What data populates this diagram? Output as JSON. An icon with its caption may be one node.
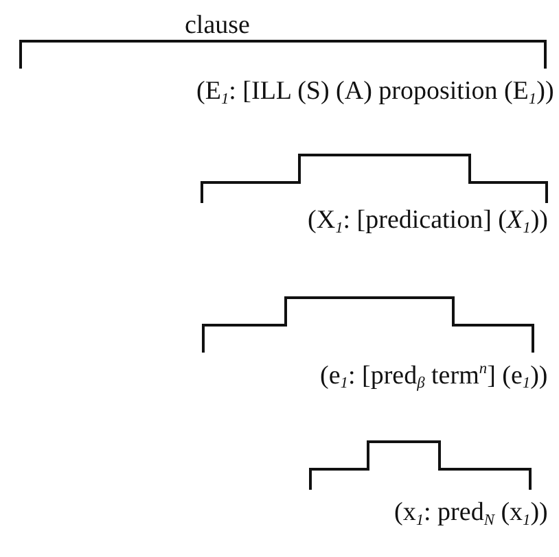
{
  "diagram": {
    "labels": [
      "clause",
      "(E$_{1}$: [ILL (S) (A) proposition (E$_{1}$))",
      "(X$_{1}$: [predication] (*X*$_{1}$))",
      "(e$_{1}$: [pred$_{β}$ term$^{n}$] (e$_{1}$))",
      "(x$_{1}$: pred$_{N}$ (x$_{1}$))"
    ]
  }
}
